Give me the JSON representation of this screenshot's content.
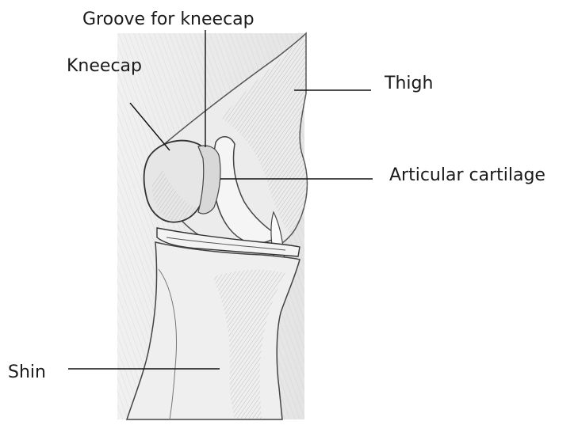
{
  "labels": {
    "groove": "Groove for kneecap",
    "thigh": "Thigh",
    "kneecap": "Kneecap",
    "articular_cartilage": "Articular cartilage",
    "shin": "Shin"
  },
  "colors": {
    "background": "#ffffff",
    "line": "#111111",
    "bone_fill": "#e9e9e9",
    "shade": "#8a8a8a"
  }
}
